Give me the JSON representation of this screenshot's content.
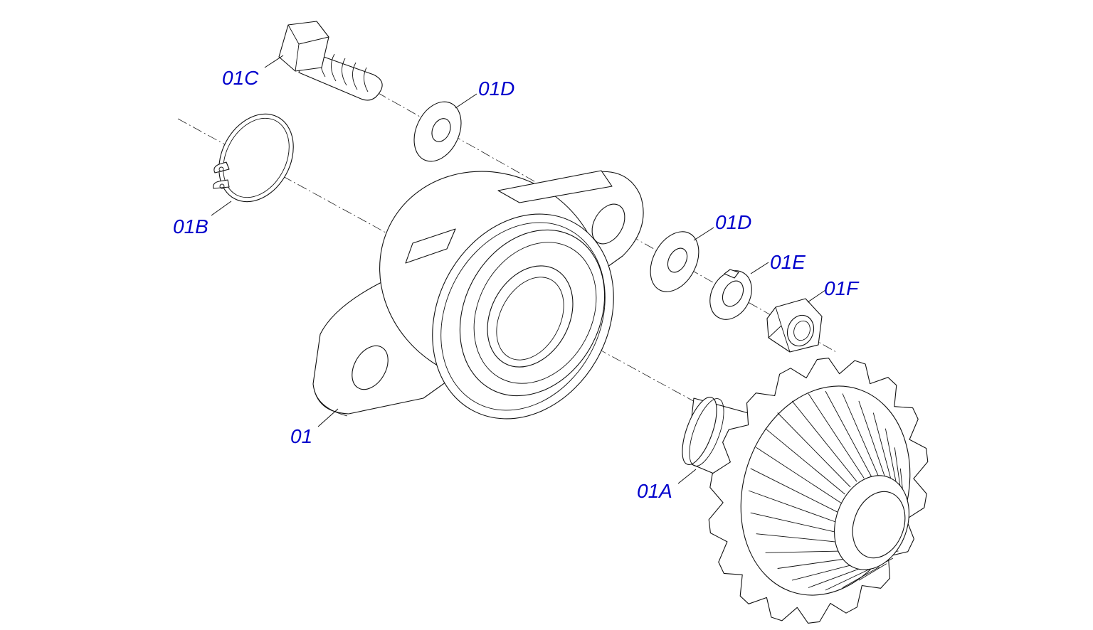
{
  "colors": {
    "label": "#0000cc",
    "line": "#111111",
    "background": "#ffffff"
  },
  "labels": {
    "housing": "01",
    "sprocket_shaft": "01A",
    "circlip": "01B",
    "bolt": "01C",
    "washer_top": "01D",
    "washer_mid": "01D",
    "lock_washer": "01E",
    "nut": "01F"
  }
}
